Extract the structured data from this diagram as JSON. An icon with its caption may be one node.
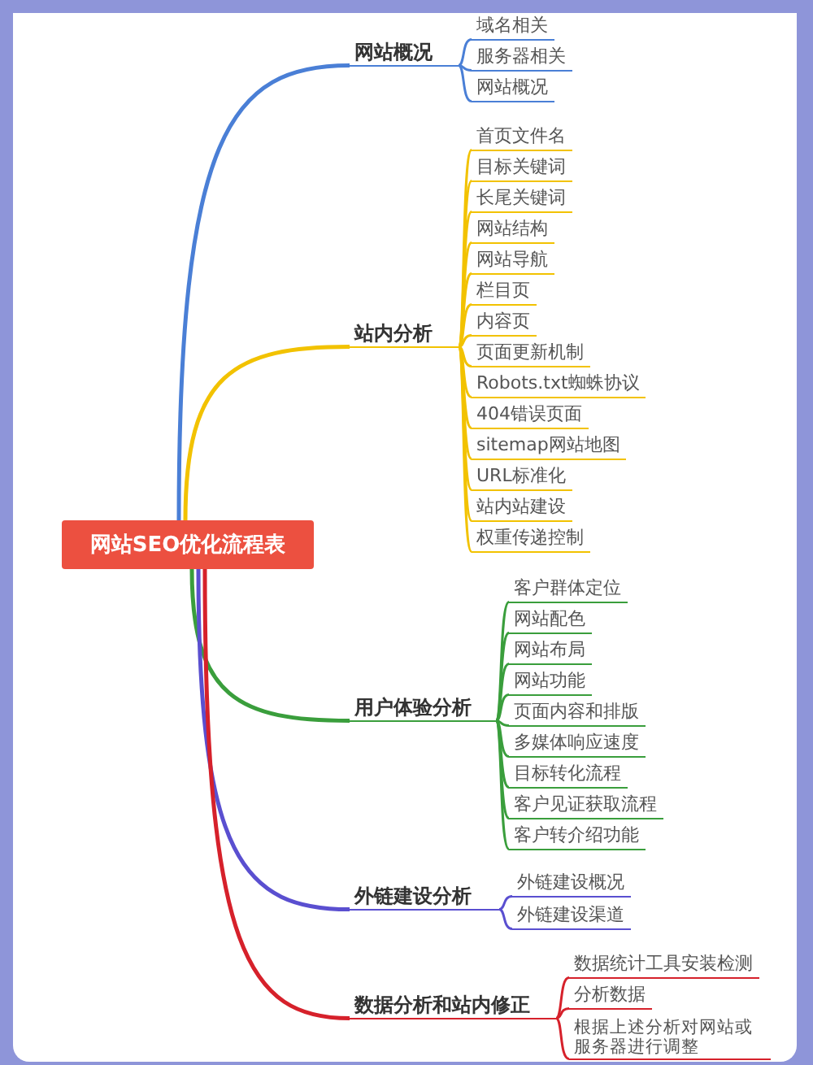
{
  "diagram": {
    "nodes": [
      {
        "text": [
          "网站SEO优化流程表"
        ]
      },
      {
        "text": [
          "网站概况"
        ]
      },
      {
        "text": [
          "域名相关"
        ]
      },
      {
        "text": [
          "服务器相关"
        ]
      },
      {
        "text": [
          "网站概况"
        ]
      },
      {
        "text": [
          "站内分析"
        ]
      },
      {
        "text": [
          "首页文件名"
        ]
      },
      {
        "text": [
          "目标关键词"
        ]
      },
      {
        "text": [
          "长尾关键词"
        ]
      },
      {
        "text": [
          "网站结构"
        ]
      },
      {
        "text": [
          "网站导航"
        ]
      },
      {
        "text": [
          "栏目页"
        ]
      },
      {
        "text": [
          "内容页"
        ]
      },
      {
        "text": [
          "页面更新机制"
        ]
      },
      {
        "text": [
          "Robots.txt蜘蛛协议"
        ]
      },
      {
        "text": [
          "404错误页面"
        ]
      },
      {
        "text": [
          "sitemap网站地图"
        ]
      },
      {
        "text": [
          "URL标准化"
        ]
      },
      {
        "text": [
          "站内站建设"
        ]
      },
      {
        "text": [
          "权重传递控制"
        ]
      },
      {
        "text": [
          "用户体验分析"
        ]
      },
      {
        "text": [
          "客户群体定位"
        ]
      },
      {
        "text": [
          "网站配色"
        ]
      },
      {
        "text": [
          "网站布局"
        ]
      },
      {
        "text": [
          "网站功能"
        ]
      },
      {
        "text": [
          "页面内容和排版"
        ]
      },
      {
        "text": [
          "多媒体响应速度"
        ]
      },
      {
        "text": [
          "目标转化流程"
        ]
      },
      {
        "text": [
          "客户见证获取流程"
        ]
      },
      {
        "text": [
          "客户转介绍功能"
        ]
      },
      {
        "text": [
          "外链建设分析"
        ]
      },
      {
        "text": [
          "外链建设概况"
        ]
      },
      {
        "text": [
          "外链建设渠道"
        ]
      },
      {
        "text": [
          "数据分析和站内修正"
        ]
      },
      {
        "text": [
          "数据统计工具安装检测"
        ]
      },
      {
        "text": [
          "分析数据"
        ]
      },
      {
        "text": [
          "根据上述分析对网站或服务器进行调整"
        ]
      }
    ],
    "edges": [
      {
        "from": 0,
        "to": 1,
        "arrow": "none",
        "color": "#4a7fd6"
      },
      {
        "from": 1,
        "to": 2,
        "arrow": "none",
        "color": "#4a7fd6"
      },
      {
        "from": 1,
        "to": 3,
        "arrow": "none",
        "color": "#4a7fd6"
      },
      {
        "from": 1,
        "to": 4,
        "arrow": "none",
        "color": "#4a7fd6"
      },
      {
        "from": 0,
        "to": 5,
        "arrow": "none",
        "color": "#f2c200"
      },
      {
        "from": 5,
        "to": 6,
        "arrow": "none",
        "color": "#f2c200"
      },
      {
        "from": 5,
        "to": 7,
        "arrow": "none",
        "color": "#f2c200"
      },
      {
        "from": 5,
        "to": 8,
        "arrow": "none",
        "color": "#f2c200"
      },
      {
        "from": 5,
        "to": 9,
        "arrow": "none",
        "color": "#f2c200"
      },
      {
        "from": 5,
        "to": 10,
        "arrow": "none",
        "color": "#f2c200"
      },
      {
        "from": 5,
        "to": 11,
        "arrow": "none",
        "color": "#f2c200"
      },
      {
        "from": 5,
        "to": 12,
        "arrow": "none",
        "color": "#f2c200"
      },
      {
        "from": 5,
        "to": 13,
        "arrow": "none",
        "color": "#f2c200"
      },
      {
        "from": 5,
        "to": 14,
        "arrow": "none",
        "color": "#f2c200"
      },
      {
        "from": 5,
        "to": 15,
        "arrow": "none",
        "color": "#f2c200"
      },
      {
        "from": 5,
        "to": 16,
        "arrow": "none",
        "color": "#f2c200"
      },
      {
        "from": 5,
        "to": 17,
        "arrow": "none",
        "color": "#f2c200"
      },
      {
        "from": 5,
        "to": 18,
        "arrow": "none",
        "color": "#f2c200"
      },
      {
        "from": 5,
        "to": 19,
        "arrow": "none",
        "color": "#f2c200"
      },
      {
        "from": 0,
        "to": 20,
        "arrow": "none",
        "color": "#3a9e3c"
      },
      {
        "from": 20,
        "to": 21,
        "arrow": "none",
        "color": "#3a9e3c"
      },
      {
        "from": 20,
        "to": 22,
        "arrow": "none",
        "color": "#3a9e3c"
      },
      {
        "from": 20,
        "to": 23,
        "arrow": "none",
        "color": "#3a9e3c"
      },
      {
        "from": 20,
        "to": 24,
        "arrow": "none",
        "color": "#3a9e3c"
      },
      {
        "from": 20,
        "to": 25,
        "arrow": "none",
        "color": "#3a9e3c"
      },
      {
        "from": 20,
        "to": 26,
        "arrow": "none",
        "color": "#3a9e3c"
      },
      {
        "from": 20,
        "to": 27,
        "arrow": "none",
        "color": "#3a9e3c"
      },
      {
        "from": 20,
        "to": 28,
        "arrow": "none",
        "color": "#3a9e3c"
      },
      {
        "from": 20,
        "to": 29,
        "arrow": "none",
        "color": "#3a9e3c"
      },
      {
        "from": 0,
        "to": 30,
        "arrow": "none",
        "color": "#5a4fd0"
      },
      {
        "from": 30,
        "to": 31,
        "arrow": "none",
        "color": "#5a4fd0"
      },
      {
        "from": 30,
        "to": 32,
        "arrow": "none",
        "color": "#5a4fd0"
      },
      {
        "from": 0,
        "to": 33,
        "arrow": "none",
        "color": "#d6212b"
      },
      {
        "from": 33,
        "to": 34,
        "arrow": "none",
        "color": "#d6212b"
      },
      {
        "from": 33,
        "to": 35,
        "arrow": "none",
        "color": "#d6212b"
      },
      {
        "from": 33,
        "to": 36,
        "arrow": "none",
        "color": "#d6212b"
      }
    ]
  }
}
